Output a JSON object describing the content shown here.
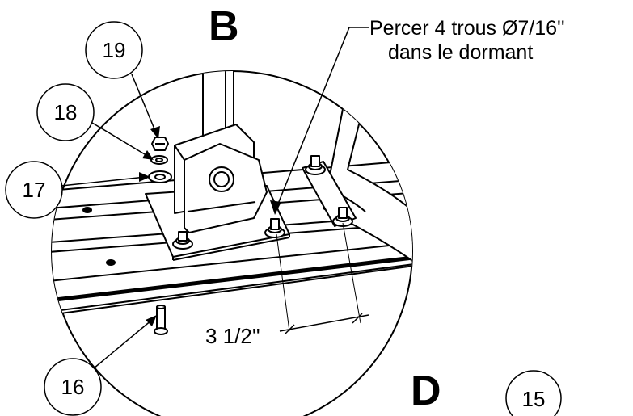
{
  "view_labels": {
    "detail_b": "B",
    "detail_d": "D"
  },
  "note": {
    "line1": "Percer 4 trous Ø7/16''",
    "line2": "dans le dormant"
  },
  "dimension": {
    "text": "3 1/2''"
  },
  "balloons": [
    {
      "id": "19",
      "text": "19"
    },
    {
      "id": "18",
      "text": "18"
    },
    {
      "id": "17",
      "text": "17"
    },
    {
      "id": "16",
      "text": "16"
    },
    {
      "id": "15",
      "text": "15"
    }
  ],
  "colors": {
    "line": "#000000",
    "background": "#ffffff"
  }
}
